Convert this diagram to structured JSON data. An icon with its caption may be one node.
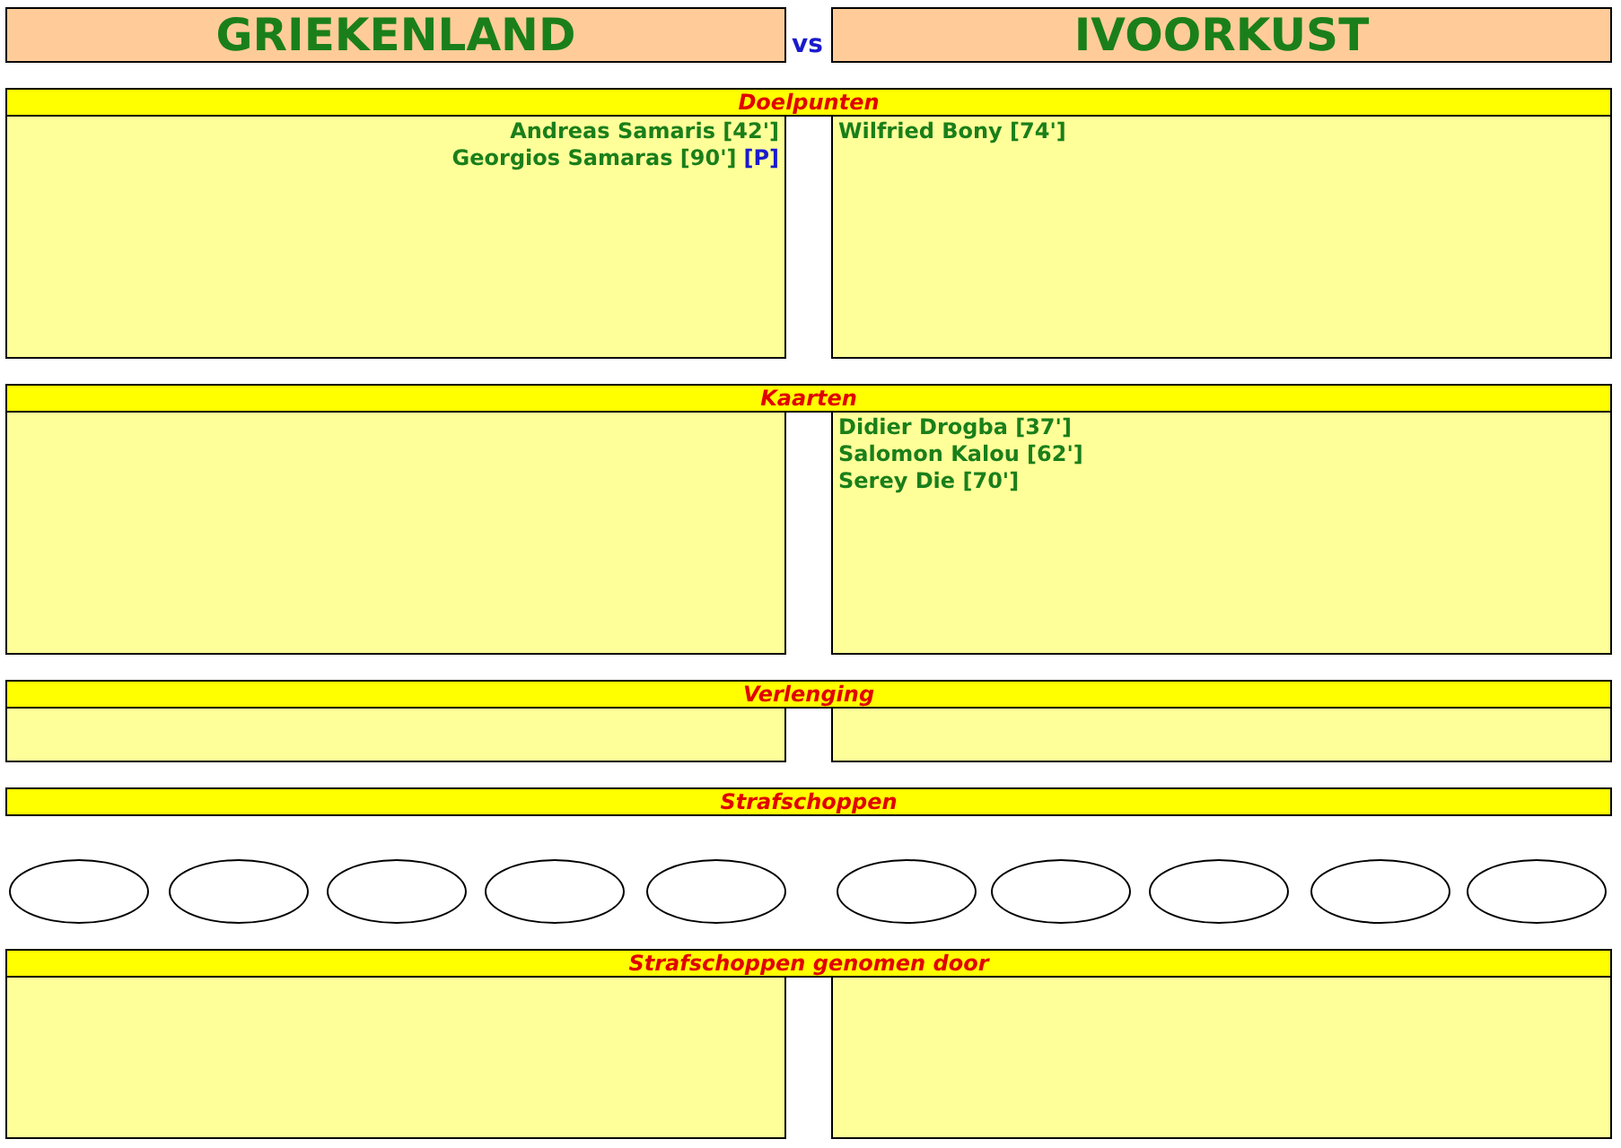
{
  "diagram": {
    "nodes": [
      {
        "text": [
          "GRIEKENLAND"
        ]
      },
      {
        "text": [
          "IVOORKUST"
        ]
      },
      {
        "text": [
          "Doelpunten"
        ]
      },
      {
        "text": [
          "Andreas Samaris [42']",
          "Georgios Samaras [90']",
          "[P]"
        ]
      },
      {
        "text": [
          "Wilfried Bony [74']"
        ]
      },
      {
        "text": [
          "Kaarten"
        ]
      },
      {
        "text": [],
        "shape": "box"
      },
      {
        "text": [
          "Didier Drogba [37']",
          "Salomon Kalou [62']",
          "Serey Die [70']"
        ]
      },
      {
        "text": [
          "Verlenging"
        ]
      },
      {
        "text": [],
        "shape": "box"
      },
      {
        "text": [],
        "shape": "box"
      },
      {
        "text": [
          "Strafschoppen"
        ]
      },
      {
        "text": [],
        "shape": "circle"
      },
      {
        "text": [],
        "shape": "circle"
      },
      {
        "text": [],
        "shape": "circle"
      },
      {
        "text": [],
        "shape": "circle"
      },
      {
        "text": [],
        "shape": "circle"
      },
      {
        "text": [],
        "shape": "circle"
      },
      {
        "text": [],
        "shape": "circle"
      },
      {
        "text": [],
        "shape": "circle"
      },
      {
        "text": [],
        "shape": "circle"
      },
      {
        "text": [],
        "shape": "circle"
      },
      {
        "text": [
          "Strafschoppen genomen door"
        ]
      },
      {
        "text": [],
        "shape": "box"
      },
      {
        "text": [],
        "shape": "box"
      }
    ],
    "edges": [],
    "labels": [
      "vs"
    ]
  }
}
